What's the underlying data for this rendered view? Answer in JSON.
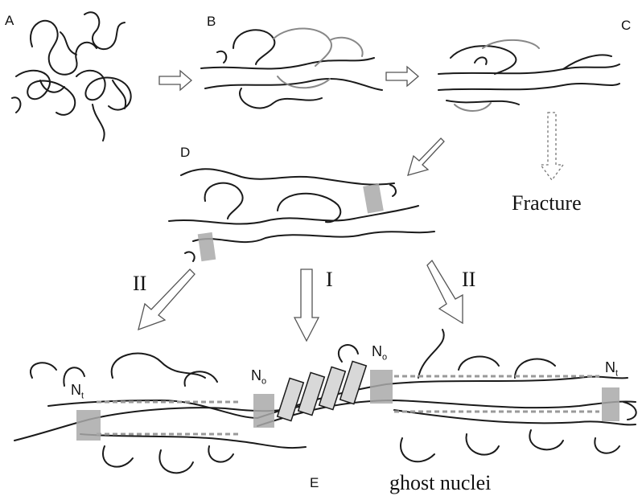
{
  "panels": {
    "a": "A",
    "b": "B",
    "c": "C",
    "d": "D",
    "e": "E"
  },
  "routes": {
    "left": "II",
    "center": "I",
    "right": "II"
  },
  "fracture_label": "Fracture",
  "ghost_label": "ghost nuclei",
  "nuclei": [
    {
      "main": "N",
      "sub": "t"
    },
    {
      "main": "N",
      "sub": "o"
    },
    {
      "main": "N",
      "sub": "o"
    },
    {
      "main": "N",
      "sub": "t"
    }
  ],
  "colors": {
    "ink": "#1a1a1a",
    "light_ink": "#7a7a7a",
    "nucleus_fill": "#a9a9a9",
    "crystal_fill": "#d8d8d8"
  }
}
